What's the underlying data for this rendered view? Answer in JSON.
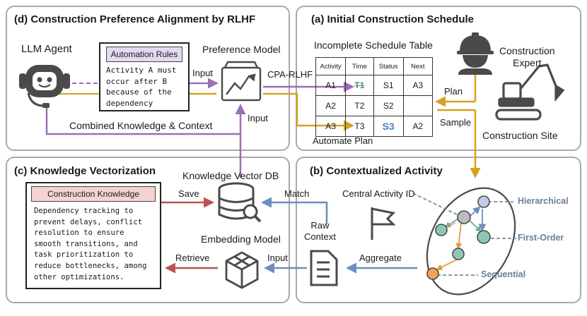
{
  "panels": {
    "d_title": "(d) Construction Preference Alignment by RLHF",
    "a_title": "(a) Initial Construction Schedule",
    "c_title": "(c) Knowledge Vectorization",
    "b_title": "(b) Contextualized Activity"
  },
  "d": {
    "llm_agent": "LLM Agent",
    "rules_header": "Automation Rules",
    "rules_text": "Activity A must\noccur after B\nbecause of the\ndependency",
    "preference_model": "Preference Model",
    "input_left": "Input",
    "input_bottom": "Input",
    "combined": "Combined Knowledge & Context",
    "cpa_rlhf": "CPA-RLHF"
  },
  "a": {
    "table_title": "Incomplete Schedule Table",
    "headers": [
      "Activity",
      "Time",
      "Status",
      "Next"
    ],
    "rows": [
      [
        "A1",
        "T1",
        "S1",
        "A3"
      ],
      [
        "A2",
        "T2",
        "S2",
        ""
      ],
      [
        "A3",
        "T3",
        "S3",
        "A2"
      ]
    ],
    "automate_plan": "Automate Plan",
    "construction_expert": "Construction\nExpert",
    "plan": "Plan",
    "sample": "Sample",
    "construction_site": "Construction Site"
  },
  "c": {
    "knowledge_header": "Construction Knowledge",
    "knowledge_text": "Dependency tracking to\nprevent delays, conflict\nresolution to ensure\nsmooth transitions, and\ntask prioritization to\nreduce bottlenecks, among\nother optimizations.",
    "vector_db": "Knowledge Vector DB",
    "save": "Save",
    "embedding_model": "Embedding Model",
    "retrieve": "Retrieve",
    "input": "Input"
  },
  "b": {
    "match": "Match",
    "raw_context": "Raw\nContext",
    "central_activity": "Central Activity ID",
    "aggregate": "Aggregate",
    "hierarchical": "Hierarchical",
    "first_order": "First-Order",
    "sequential": "Sequential"
  },
  "colors": {
    "purple": "#9b6fb5",
    "gold": "#d6a11e",
    "red": "#b85450",
    "blue": "#6c8ebf",
    "node_grey": "#bcbcbc",
    "node_teal": "#8fc7b5",
    "node_lavender": "#c2cbe8",
    "node_orange": "#f0a550"
  }
}
